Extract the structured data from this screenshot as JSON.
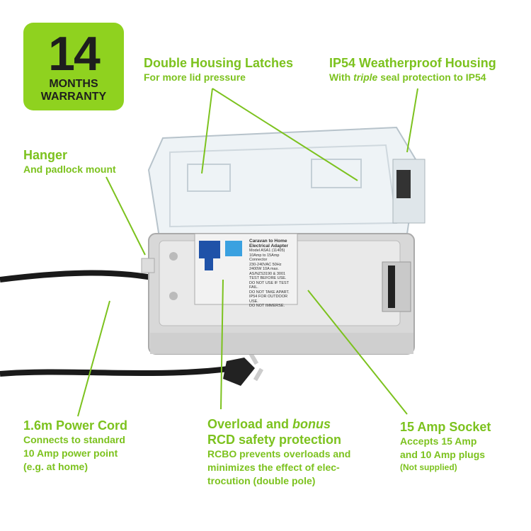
{
  "badge": {
    "number": "14",
    "line1": "MONTHS",
    "line2": "WARRANTY"
  },
  "colors": {
    "accent": "#8fd21f",
    "label": "#7cc21e"
  },
  "callouts": {
    "latches": {
      "title": "Double Housing Latches",
      "sub": "For more lid pressure"
    },
    "ip54": {
      "title": "IP54 Weatherproof Housing",
      "sub_pre": "With ",
      "sub_em": "triple",
      "sub_post": " seal protection to IP54"
    },
    "hanger": {
      "title": "Hanger",
      "sub": "And padlock mount"
    },
    "cord": {
      "title": "1.6m Power Cord",
      "lines": [
        "Connects to standard",
        "10 Amp power point",
        "(e.g. at home)"
      ]
    },
    "rcbo": {
      "title_pre": "Overload and ",
      "title_em": "bonus",
      "title2": "RCD safety protection",
      "lines": [
        "RCBO prevents overloads and",
        "minimizes the effect of elec-",
        "trocution (double pole)"
      ]
    },
    "socket": {
      "title": "15 Amp Socket",
      "lines": [
        "Accepts 15 Amp",
        "and 10 Amp plugs"
      ],
      "note": "(Not supplied)"
    }
  },
  "device_label": {
    "title1": "Caravan to Home",
    "title2": "Electrical Adapter",
    "lines": [
      "Model ASA1 (11405)",
      "10Amp to 15Amp Connector",
      "230-240VAC 50Hz",
      "2400W 10A max.",
      "AS/NZS3190 & 3001",
      "TEST BEFORE USE.",
      "DO NOT USE IF TEST FAIL.",
      "DO NOT TAKE APART.",
      "IP54 FOR OUTDOOR USE.",
      "DO NOT IMMERSE."
    ]
  }
}
